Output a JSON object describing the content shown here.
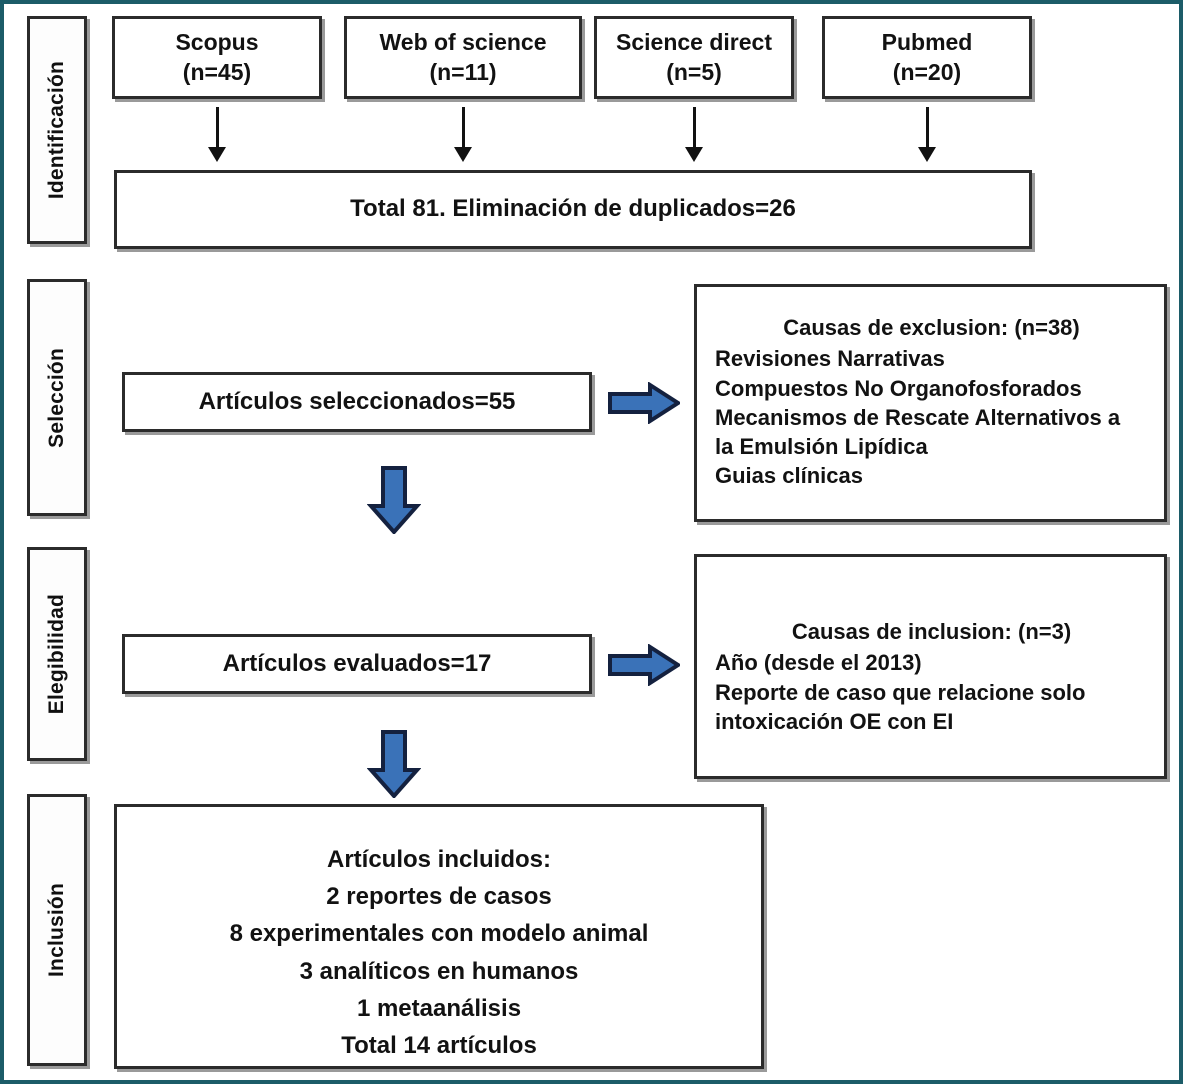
{
  "diagram": {
    "title": "PRISMA flow diagram",
    "border_color": "#1c5c68",
    "arrow_blue": "#3a72b8",
    "arrow_blue_dark": "#1b3a6b"
  },
  "stages": [
    {
      "label": "Identificación"
    },
    {
      "label": "Selección"
    },
    {
      "label": "Elegibilidad"
    },
    {
      "label": "Inclusión"
    }
  ],
  "identification": {
    "sources": [
      {
        "name": "Scopus",
        "count": "(n=45)"
      },
      {
        "name": "Web of science",
        "count": "(n=11)"
      },
      {
        "name": "Science direct",
        "count": "(n=5)"
      },
      {
        "name": "Pubmed",
        "count": "(n=20)"
      }
    ],
    "total_box": "Total 81. Eliminación de duplicados=26"
  },
  "selection": {
    "selected_box": "Artículos seleccionados=55",
    "exclusion": {
      "heading": "Causas de exclusion: (n=38)",
      "items": [
        "Revisiones Narrativas",
        "Compuestos No Organofosforados",
        "Mecanismos de Rescate Alternativos a",
        "la Emulsión Lipídica",
        "Guias clínicas"
      ]
    }
  },
  "eligibility": {
    "evaluated_box": "Artículos evaluados=17",
    "inclusion_causes": {
      "heading": "Causas de inclusion: (n=3)",
      "items": [
        "Año (desde el 2013)",
        "Reporte de caso  que relacione solo",
        "intoxicación OE con EI"
      ]
    }
  },
  "inclusion": {
    "lines": [
      "Artículos incluidos:",
      "2 reportes de casos",
      "8 experimentales con modelo animal",
      "3 analíticos en humanos",
      "1 metaanálisis",
      "Total 14 artículos"
    ]
  }
}
